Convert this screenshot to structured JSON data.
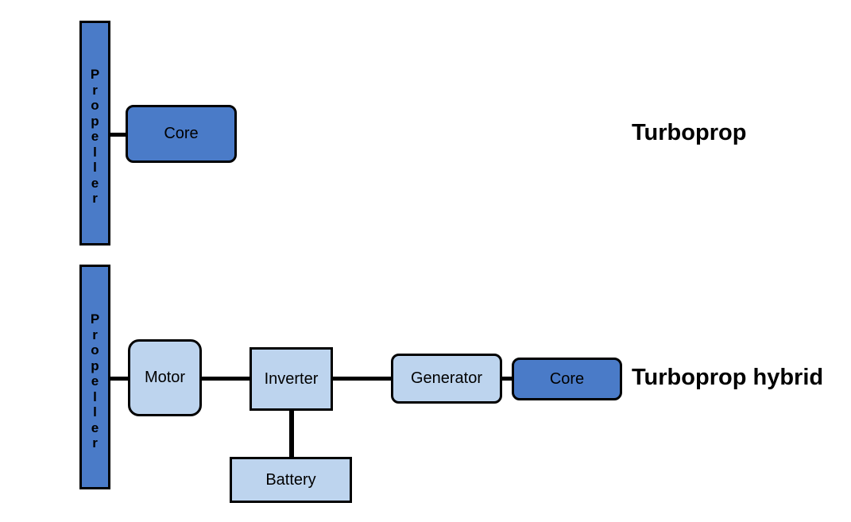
{
  "colors": {
    "dark_blue": "#4a7bc8",
    "light_blue": "#bdd4ee",
    "outline": "#000000"
  },
  "turboprop": {
    "propeller_label": "Propeller",
    "core_label": "Core",
    "title": "Turboprop"
  },
  "hybrid": {
    "propeller_label": "Propeller",
    "motor_label": "Motor",
    "inverter_label": "Inverter",
    "battery_label": "Battery",
    "generator_label": "Generator",
    "core_label": "Core",
    "title": "Turboprop hybrid"
  }
}
